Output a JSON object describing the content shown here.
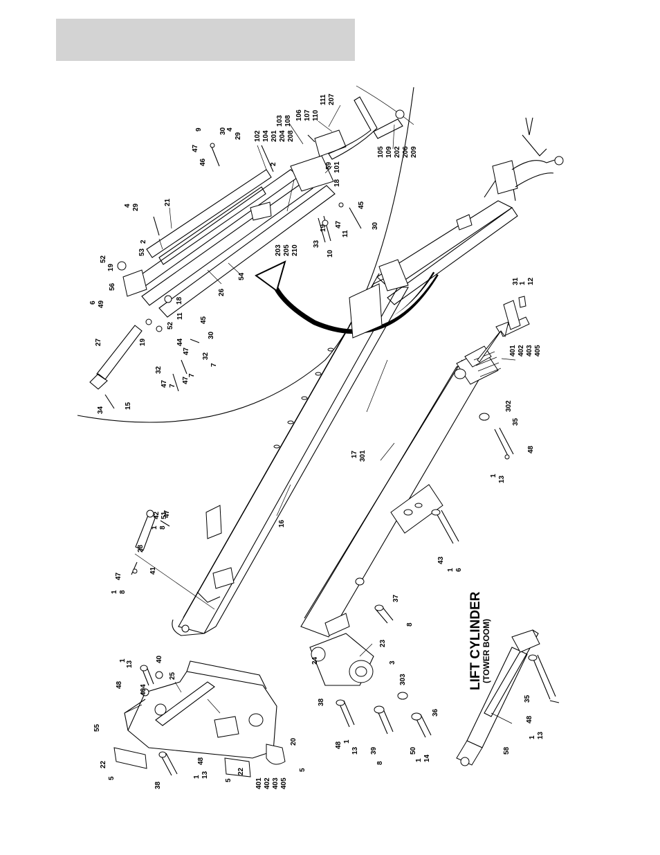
{
  "header": {
    "fill": "#d3d3d3"
  },
  "title": {
    "line1": "LIFT CYLINDER",
    "line2": "(TOWER BOOM)"
  },
  "callouts": [
    {
      "id": "c1",
      "text": "111"
    },
    {
      "id": "c2",
      "text": "207"
    },
    {
      "id": "c3",
      "text": "106"
    },
    {
      "id": "c4",
      "text": "107"
    },
    {
      "id": "c5",
      "text": "110"
    },
    {
      "id": "c6",
      "text": "103"
    },
    {
      "id": "c7",
      "text": "108"
    },
    {
      "id": "c8",
      "text": "102"
    },
    {
      "id": "c9",
      "text": "104"
    },
    {
      "id": "c10",
      "text": "201"
    },
    {
      "id": "c11",
      "text": "204"
    },
    {
      "id": "c12",
      "text": "208"
    },
    {
      "id": "c13",
      "text": "9"
    },
    {
      "id": "c14",
      "text": "30"
    },
    {
      "id": "c15",
      "text": "47"
    },
    {
      "id": "c16",
      "text": "46"
    },
    {
      "id": "c17",
      "text": "4"
    },
    {
      "id": "c18",
      "text": "29"
    },
    {
      "id": "c19",
      "text": "2"
    },
    {
      "id": "c20",
      "text": "105"
    },
    {
      "id": "c21",
      "text": "109"
    },
    {
      "id": "c22",
      "text": "202"
    },
    {
      "id": "c23",
      "text": "206"
    },
    {
      "id": "c24",
      "text": "209"
    },
    {
      "id": "c25",
      "text": "59"
    },
    {
      "id": "c26",
      "text": "101"
    },
    {
      "id": "c27",
      "text": "18"
    },
    {
      "id": "c28",
      "text": "203"
    },
    {
      "id": "c29",
      "text": "205"
    },
    {
      "id": "c30",
      "text": "210"
    },
    {
      "id": "c31",
      "text": "4"
    },
    {
      "id": "c32",
      "text": "29"
    },
    {
      "id": "c33",
      "text": "21"
    },
    {
      "id": "c34",
      "text": "2"
    },
    {
      "id": "c35",
      "text": "52"
    },
    {
      "id": "c36",
      "text": "19"
    },
    {
      "id": "c37",
      "text": "53"
    },
    {
      "id": "c38",
      "text": "56"
    },
    {
      "id": "c39",
      "text": "6"
    },
    {
      "id": "c40",
      "text": "49"
    },
    {
      "id": "c41",
      "text": "19"
    },
    {
      "id": "c42",
      "text": "33"
    },
    {
      "id": "c43",
      "text": "10"
    },
    {
      "id": "c44",
      "text": "47"
    },
    {
      "id": "c45",
      "text": "11"
    },
    {
      "id": "c46",
      "text": "45"
    },
    {
      "id": "c47",
      "text": "30"
    },
    {
      "id": "c48",
      "text": "54"
    },
    {
      "id": "c49",
      "text": "26"
    },
    {
      "id": "c50",
      "text": "18"
    },
    {
      "id": "c51",
      "text": "27"
    },
    {
      "id": "c52",
      "text": "19"
    },
    {
      "id": "c53",
      "text": "52"
    },
    {
      "id": "c54",
      "text": "11"
    },
    {
      "id": "c55",
      "text": "45"
    },
    {
      "id": "c56",
      "text": "44"
    },
    {
      "id": "c57",
      "text": "47"
    },
    {
      "id": "c58",
      "text": "30"
    },
    {
      "id": "c59",
      "text": "32"
    },
    {
      "id": "c60",
      "text": "32"
    },
    {
      "id": "c61",
      "text": "47"
    },
    {
      "id": "c62",
      "text": "7"
    },
    {
      "id": "c63",
      "text": "47"
    },
    {
      "id": "c64",
      "text": "7"
    },
    {
      "id": "c65",
      "text": "7"
    },
    {
      "id": "c66",
      "text": "34"
    },
    {
      "id": "c67",
      "text": "15"
    },
    {
      "id": "c68",
      "text": "31"
    },
    {
      "id": "c69",
      "text": "1"
    },
    {
      "id": "c70",
      "text": "12"
    },
    {
      "id": "c71",
      "text": "401"
    },
    {
      "id": "c72",
      "text": "402"
    },
    {
      "id": "c73",
      "text": "403"
    },
    {
      "id": "c74",
      "text": "405"
    },
    {
      "id": "c75",
      "text": "302"
    },
    {
      "id": "c76",
      "text": "35"
    },
    {
      "id": "c77",
      "text": "48"
    },
    {
      "id": "c78",
      "text": "1"
    },
    {
      "id": "c79",
      "text": "13"
    },
    {
      "id": "c80",
      "text": "17"
    },
    {
      "id": "c81",
      "text": "301"
    },
    {
      "id": "c82",
      "text": "47"
    },
    {
      "id": "c83",
      "text": "1"
    },
    {
      "id": "c84",
      "text": "8"
    },
    {
      "id": "c85",
      "text": "42"
    },
    {
      "id": "c86",
      "text": "51"
    },
    {
      "id": "c87",
      "text": "28"
    },
    {
      "id": "c88",
      "text": "41"
    },
    {
      "id": "c89",
      "text": "1"
    },
    {
      "id": "c90",
      "text": "47"
    },
    {
      "id": "c91",
      "text": "8"
    },
    {
      "id": "c92",
      "text": "16"
    },
    {
      "id": "c93",
      "text": "43"
    },
    {
      "id": "c94",
      "text": "1"
    },
    {
      "id": "c95",
      "text": "6"
    },
    {
      "id": "c96",
      "text": "37"
    },
    {
      "id": "c97",
      "text": "8"
    },
    {
      "id": "c98",
      "text": "24"
    },
    {
      "id": "c99",
      "text": "23"
    },
    {
      "id": "c100",
      "text": "3"
    },
    {
      "id": "c101",
      "text": "303"
    },
    {
      "id": "c102",
      "text": "38"
    },
    {
      "id": "c103",
      "text": "48"
    },
    {
      "id": "c104",
      "text": "1"
    },
    {
      "id": "c105",
      "text": "13"
    },
    {
      "id": "c106",
      "text": "39"
    },
    {
      "id": "c107",
      "text": "8"
    },
    {
      "id": "c108",
      "text": "50"
    },
    {
      "id": "c109",
      "text": "1"
    },
    {
      "id": "c110",
      "text": "14"
    },
    {
      "id": "c111",
      "text": "36"
    },
    {
      "id": "c112",
      "text": "1"
    },
    {
      "id": "c113",
      "text": "13"
    },
    {
      "id": "c114",
      "text": "40"
    },
    {
      "id": "c115",
      "text": "48"
    },
    {
      "id": "c116",
      "text": "404"
    },
    {
      "id": "c117",
      "text": "25"
    },
    {
      "id": "c118",
      "text": "55"
    },
    {
      "id": "c119",
      "text": "22"
    },
    {
      "id": "c120",
      "text": "5"
    },
    {
      "id": "c121",
      "text": "38"
    },
    {
      "id": "c122",
      "text": "48"
    },
    {
      "id": "c123",
      "text": "1"
    },
    {
      "id": "c124",
      "text": "13"
    },
    {
      "id": "c125",
      "text": "5"
    },
    {
      "id": "c126",
      "text": "22"
    },
    {
      "id": "c127",
      "text": "401"
    },
    {
      "id": "c128",
      "text": "402"
    },
    {
      "id": "c129",
      "text": "403"
    },
    {
      "id": "c130",
      "text": "405"
    },
    {
      "id": "c131",
      "text": "20"
    },
    {
      "id": "c132",
      "text": "5"
    },
    {
      "id": "c133",
      "text": "58"
    },
    {
      "id": "c134",
      "text": "35"
    },
    {
      "id": "c135",
      "text": "48"
    },
    {
      "id": "c136",
      "text": "1"
    },
    {
      "id": "c137",
      "text": "13"
    }
  ]
}
